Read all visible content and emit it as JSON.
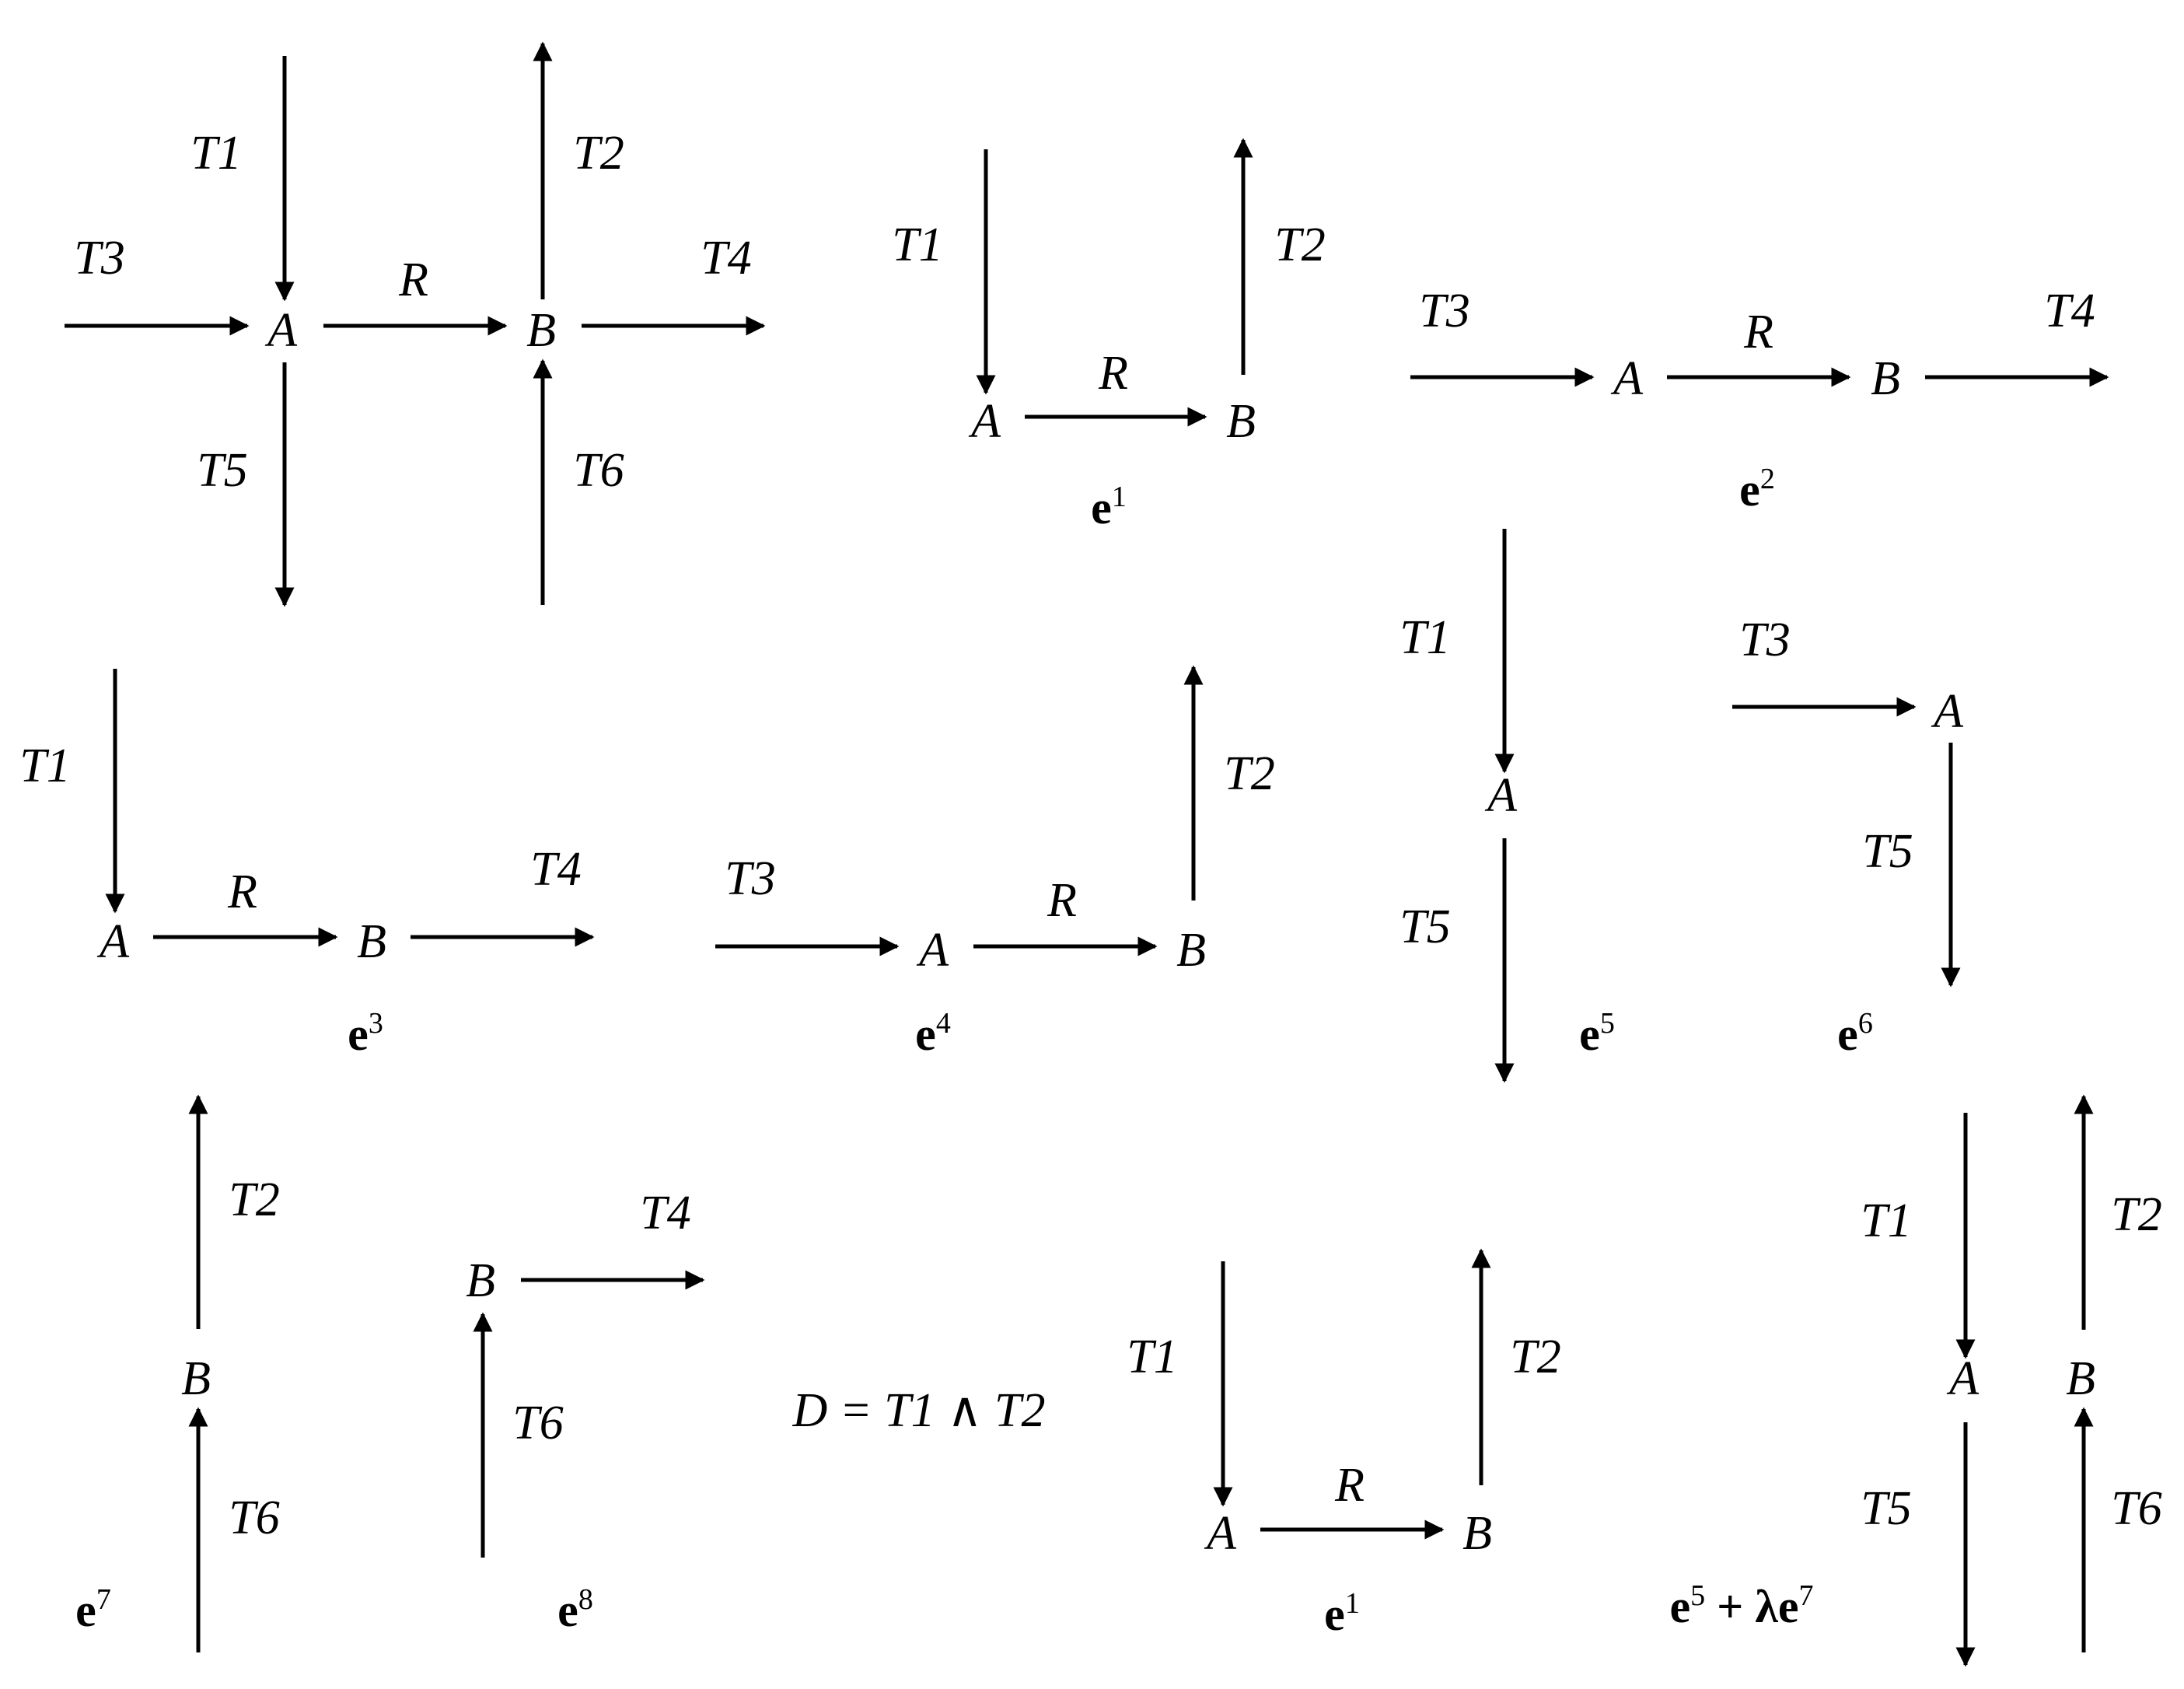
{
  "diagrams": [
    {
      "id": "full",
      "nodes": [
        {
          "key": "A",
          "text": "A"
        },
        {
          "key": "B",
          "text": "B"
        }
      ],
      "edges": [
        {
          "key": "t1",
          "text": "T1"
        },
        {
          "key": "t2",
          "text": "T2"
        },
        {
          "key": "t3",
          "text": "T3"
        },
        {
          "key": "t4",
          "text": "T4"
        },
        {
          "key": "r",
          "text": "R"
        },
        {
          "key": "t5",
          "text": "T5"
        },
        {
          "key": "t6",
          "text": "T6"
        }
      ],
      "caption": {
        "base": "",
        "sup": ""
      }
    },
    {
      "id": "e1-top",
      "nodes": [
        {
          "key": "A",
          "text": "A"
        },
        {
          "key": "B",
          "text": "B"
        }
      ],
      "edges": [
        {
          "key": "t1",
          "text": "T1"
        },
        {
          "key": "t2",
          "text": "T2"
        },
        {
          "key": "r",
          "text": "R"
        }
      ],
      "caption": {
        "base": "e",
        "sup": "1"
      }
    },
    {
      "id": "e2",
      "nodes": [
        {
          "key": "A",
          "text": "A"
        },
        {
          "key": "B",
          "text": "B"
        }
      ],
      "edges": [
        {
          "key": "t3",
          "text": "T3"
        },
        {
          "key": "r",
          "text": "R"
        },
        {
          "key": "t4",
          "text": "T4"
        }
      ],
      "caption": {
        "base": "e",
        "sup": "2"
      }
    },
    {
      "id": "e3",
      "nodes": [
        {
          "key": "A",
          "text": "A"
        },
        {
          "key": "B",
          "text": "B"
        }
      ],
      "edges": [
        {
          "key": "t1",
          "text": "T1"
        },
        {
          "key": "r",
          "text": "R"
        },
        {
          "key": "t4",
          "text": "T4"
        }
      ],
      "caption": {
        "base": "e",
        "sup": "3"
      }
    },
    {
      "id": "e4",
      "nodes": [
        {
          "key": "A",
          "text": "A"
        },
        {
          "key": "B",
          "text": "B"
        }
      ],
      "edges": [
        {
          "key": "t3",
          "text": "T3"
        },
        {
          "key": "r",
          "text": "R"
        },
        {
          "key": "t2",
          "text": "T2"
        }
      ],
      "caption": {
        "base": "e",
        "sup": "4"
      }
    },
    {
      "id": "e5",
      "nodes": [
        {
          "key": "A",
          "text": "A"
        }
      ],
      "edges": [
        {
          "key": "t1",
          "text": "T1"
        },
        {
          "key": "t5",
          "text": "T5"
        }
      ],
      "caption": {
        "base": "e",
        "sup": "5"
      }
    },
    {
      "id": "e6",
      "nodes": [
        {
          "key": "A",
          "text": "A"
        }
      ],
      "edges": [
        {
          "key": "t3",
          "text": "T3"
        },
        {
          "key": "t5",
          "text": "T5"
        }
      ],
      "caption": {
        "base": "e",
        "sup": "6"
      }
    },
    {
      "id": "e7",
      "nodes": [
        {
          "key": "B",
          "text": "B"
        }
      ],
      "edges": [
        {
          "key": "t2",
          "text": "T2"
        },
        {
          "key": "t6",
          "text": "T6"
        }
      ],
      "caption": {
        "base": "e",
        "sup": "7"
      }
    },
    {
      "id": "e8",
      "nodes": [
        {
          "key": "B",
          "text": "B"
        }
      ],
      "edges": [
        {
          "key": "t6",
          "text": "T6"
        },
        {
          "key": "t4",
          "text": "T4"
        }
      ],
      "caption": {
        "base": "e",
        "sup": "8"
      }
    },
    {
      "id": "e1-bottom",
      "nodes": [
        {
          "key": "A",
          "text": "A"
        },
        {
          "key": "B",
          "text": "B"
        }
      ],
      "edges": [
        {
          "key": "t1",
          "text": "T1"
        },
        {
          "key": "t2",
          "text": "T2"
        },
        {
          "key": "r",
          "text": "R"
        }
      ],
      "caption": {
        "base": "e",
        "sup": "1"
      }
    },
    {
      "id": "e5-plus-lambda-e7",
      "nodes": [
        {
          "key": "A",
          "text": "A"
        },
        {
          "key": "B",
          "text": "B"
        }
      ],
      "edges": [
        {
          "key": "t1",
          "text": "T1"
        },
        {
          "key": "t5",
          "text": "T5"
        },
        {
          "key": "t2",
          "text": "T2"
        },
        {
          "key": "t6",
          "text": "T6"
        }
      ],
      "caption": {
        "parts": [
          {
            "base": "e",
            "sup": "5"
          },
          {
            "text": " + λ"
          },
          {
            "base": "e",
            "sup": "7"
          }
        ]
      }
    }
  ],
  "formula": "D = T1 ∧ T2"
}
